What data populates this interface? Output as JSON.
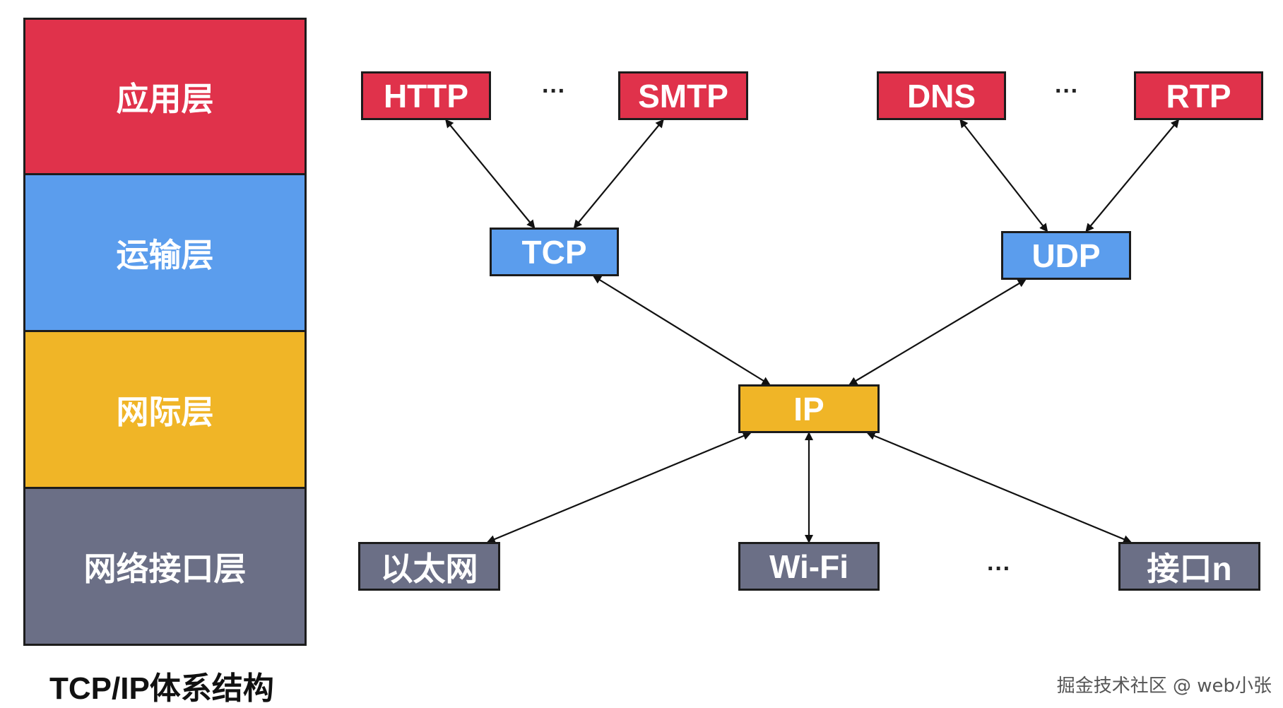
{
  "colors": {
    "application": "#e0324b",
    "transport": "#5b9ded",
    "internet": "#f0b527",
    "link": "#6b6f86"
  },
  "layers": {
    "application": "应用层",
    "transport": "运输层",
    "internet": "网际层",
    "link": "网络接口层"
  },
  "nodes": {
    "http": "HTTP",
    "smtp": "SMTP",
    "dns": "DNS",
    "rtp": "RTP",
    "tcp": "TCP",
    "udp": "UDP",
    "ip": "IP",
    "ethernet": "以太网",
    "wifi": "Wi-Fi",
    "interface_n": "接口n"
  },
  "ellipsis": "···",
  "edges": [
    {
      "from": "http",
      "to": "tcp",
      "bidirectional": true
    },
    {
      "from": "smtp",
      "to": "tcp",
      "bidirectional": true
    },
    {
      "from": "dns",
      "to": "udp",
      "bidirectional": true
    },
    {
      "from": "rtp",
      "to": "udp",
      "bidirectional": true
    },
    {
      "from": "tcp",
      "to": "ip",
      "bidirectional": true
    },
    {
      "from": "udp",
      "to": "ip",
      "bidirectional": true
    },
    {
      "from": "ip",
      "to": "ethernet",
      "bidirectional": true
    },
    {
      "from": "ip",
      "to": "wifi",
      "bidirectional": true
    },
    {
      "from": "ip",
      "to": "interface_n",
      "bidirectional": true
    }
  ],
  "caption": "TCP/IP体系结构",
  "watermark": "掘金技术社区 @ web小张"
}
